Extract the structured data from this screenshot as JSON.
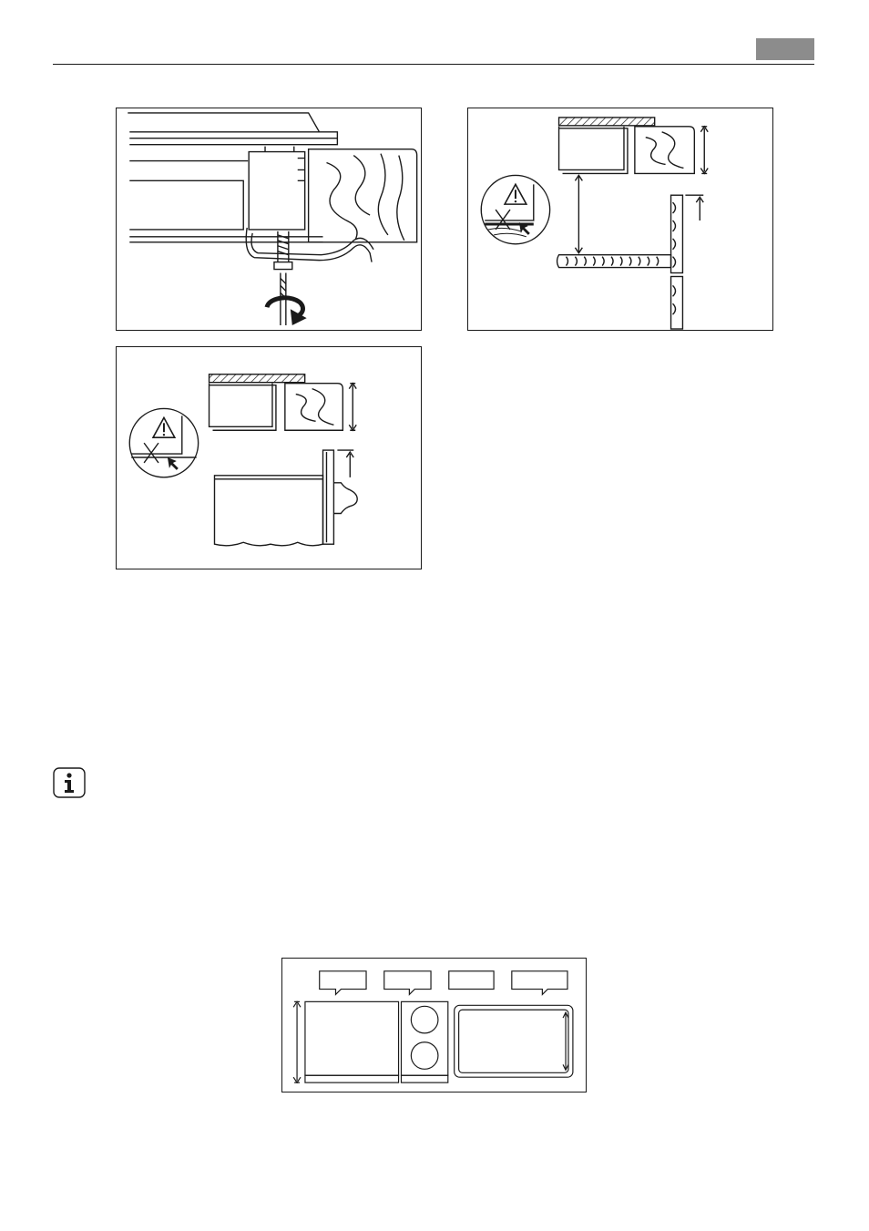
{
  "header": {
    "language_tab_color": "#8c8c8c"
  },
  "figures": [
    {
      "id": "clamp-install",
      "icons": [
        "countertop-clamp",
        "screwdriver-icon",
        "rotate-arrow-icon"
      ]
    },
    {
      "id": "drawer-clearance",
      "icons": [
        "warning-icon",
        "pointer-icon"
      ]
    },
    {
      "id": "oven-clearance",
      "icons": [
        "warning-icon",
        "pointer-icon"
      ]
    },
    {
      "id": "hob-layout",
      "icons": [
        "cooking-zone-icon"
      ]
    }
  ],
  "info_note": {
    "icon": "info-icon"
  }
}
